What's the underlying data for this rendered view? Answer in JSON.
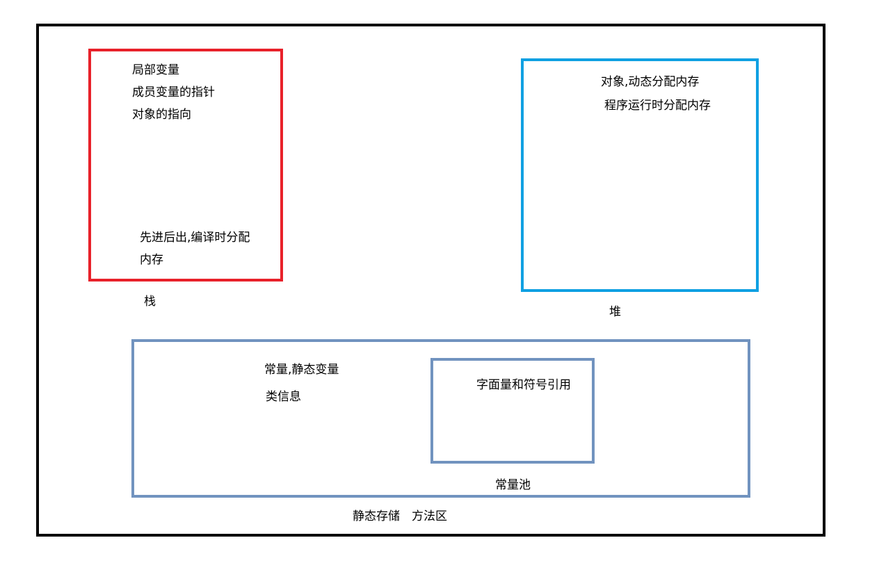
{
  "stack": {
    "lines": [
      "局部变量",
      "成员变量的指针",
      "对象的指向"
    ],
    "note_line1": "先进后出,编译时分配",
    "note_line2": "内存",
    "label": "栈"
  },
  "heap": {
    "line1": "对象,动态分配内存",
    "line2": "程序运行时分配内存",
    "label": "堆"
  },
  "static_area": {
    "line1": "常量,静态变量",
    "line2": "类信息",
    "label": "静态存储　方法区"
  },
  "constant_pool": {
    "text": "字面量和符号引用",
    "label": "常量池"
  },
  "colors": {
    "stack_border": "#e8212a",
    "heap_border": "#0fa0e2",
    "static_border": "#7193bf",
    "frame_border": "#000000"
  }
}
